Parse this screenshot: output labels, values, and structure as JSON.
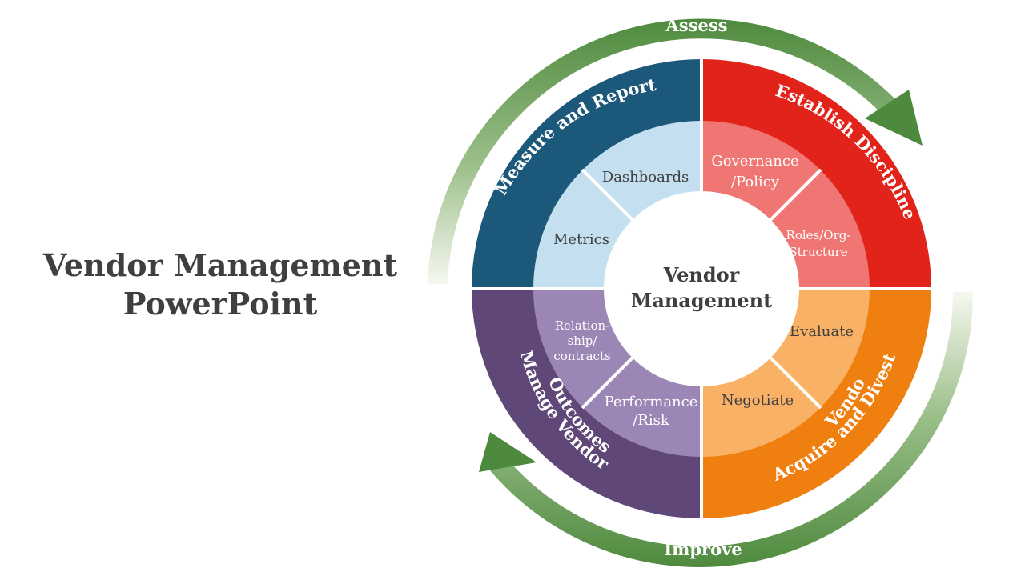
{
  "title": {
    "line1": "Vendor Management",
    "line2": "PowerPoint"
  },
  "center": {
    "line1": "Vendor",
    "line2": "Management"
  },
  "cycle": {
    "top": "Assess",
    "bottom": "Improve"
  },
  "colors": {
    "arrow_green": "#4e8a3e",
    "measure_outer": "#1c587a",
    "measure_inner": "#c4e0f0",
    "establish_outer": "#e2231a",
    "establish_inner": "#ef7672",
    "acquire_outer": "#ef7f0f",
    "acquire_inner": "#f9b166",
    "manage_outer": "#5f4877",
    "manage_inner": "#9c86b6"
  },
  "quadrants": {
    "measure": {
      "label": "Measure and Report",
      "items": [
        "Dashboards",
        "Metrics"
      ]
    },
    "establish": {
      "label": "Establish Discipline",
      "items": [
        "Governance\n/Policy",
        "Roles/Org-\nStructure"
      ]
    },
    "acquire": {
      "label_line1": "Acquire and Divest",
      "label_line2": "Vendo",
      "items": [
        "Evaluate",
        "Negotiate"
      ]
    },
    "manage": {
      "label_line1": "Manage Vendor",
      "label_line2": "Outcomes",
      "items": [
        "Relation-\nship/\ncontracts",
        "Performance\n/Risk"
      ]
    }
  }
}
